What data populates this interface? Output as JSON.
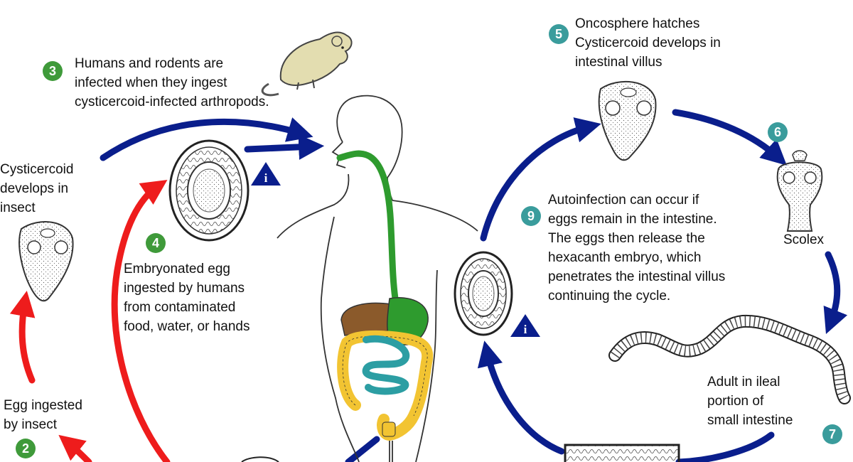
{
  "steps": [
    {
      "number": "2",
      "label": "Egg ingested\nby insect"
    },
    {
      "number": "3",
      "label": "Humans and rodents are\ninfected when they ingest\ncysticercoid-infected arthropods."
    },
    {
      "number": "4",
      "label": "Embryonated egg\ningested by humans\nfrom contaminated\nfood, water, or hands"
    },
    {
      "number": "5",
      "label": "Oncosphere hatches\nCysticercoid develops in\nintestinal villus"
    },
    {
      "number": "6",
      "label": ""
    },
    {
      "number": "7",
      "label": "Adult in ileal\nportion of\nsmall intestine"
    },
    {
      "number": "9",
      "label": "Autoinfection can occur if\neggs remain in the intestine.\nThe eggs then release the\nhexacanth embryo, which\npenetrates the intestinal villus\ncontinuing the cycle."
    }
  ],
  "labels": {
    "cysticercoid_insect": "Cysticercoid\ndevelops in\ninsect",
    "scolex": "Scolex"
  },
  "info_icons": [
    "i",
    "i"
  ],
  "colors": {
    "human_arrow": "#0a1e8c",
    "insect_arrow": "#ee1c1c",
    "badge_green": "#3f9a3a",
    "badge_teal": "#3a9c9c",
    "esophagus": "#2e9b2e",
    "liver": "#8b5a2b",
    "large_intestine": "#f2c432",
    "small_intestine": "#2c9ea3",
    "rodent": "#e3ddb0"
  },
  "icons": [
    "rodent-illustration",
    "human-body-outline",
    "egg-illustration",
    "cysticercoid-illustration",
    "scolex-illustration",
    "adult-worm-illustration",
    "info-icon"
  ]
}
